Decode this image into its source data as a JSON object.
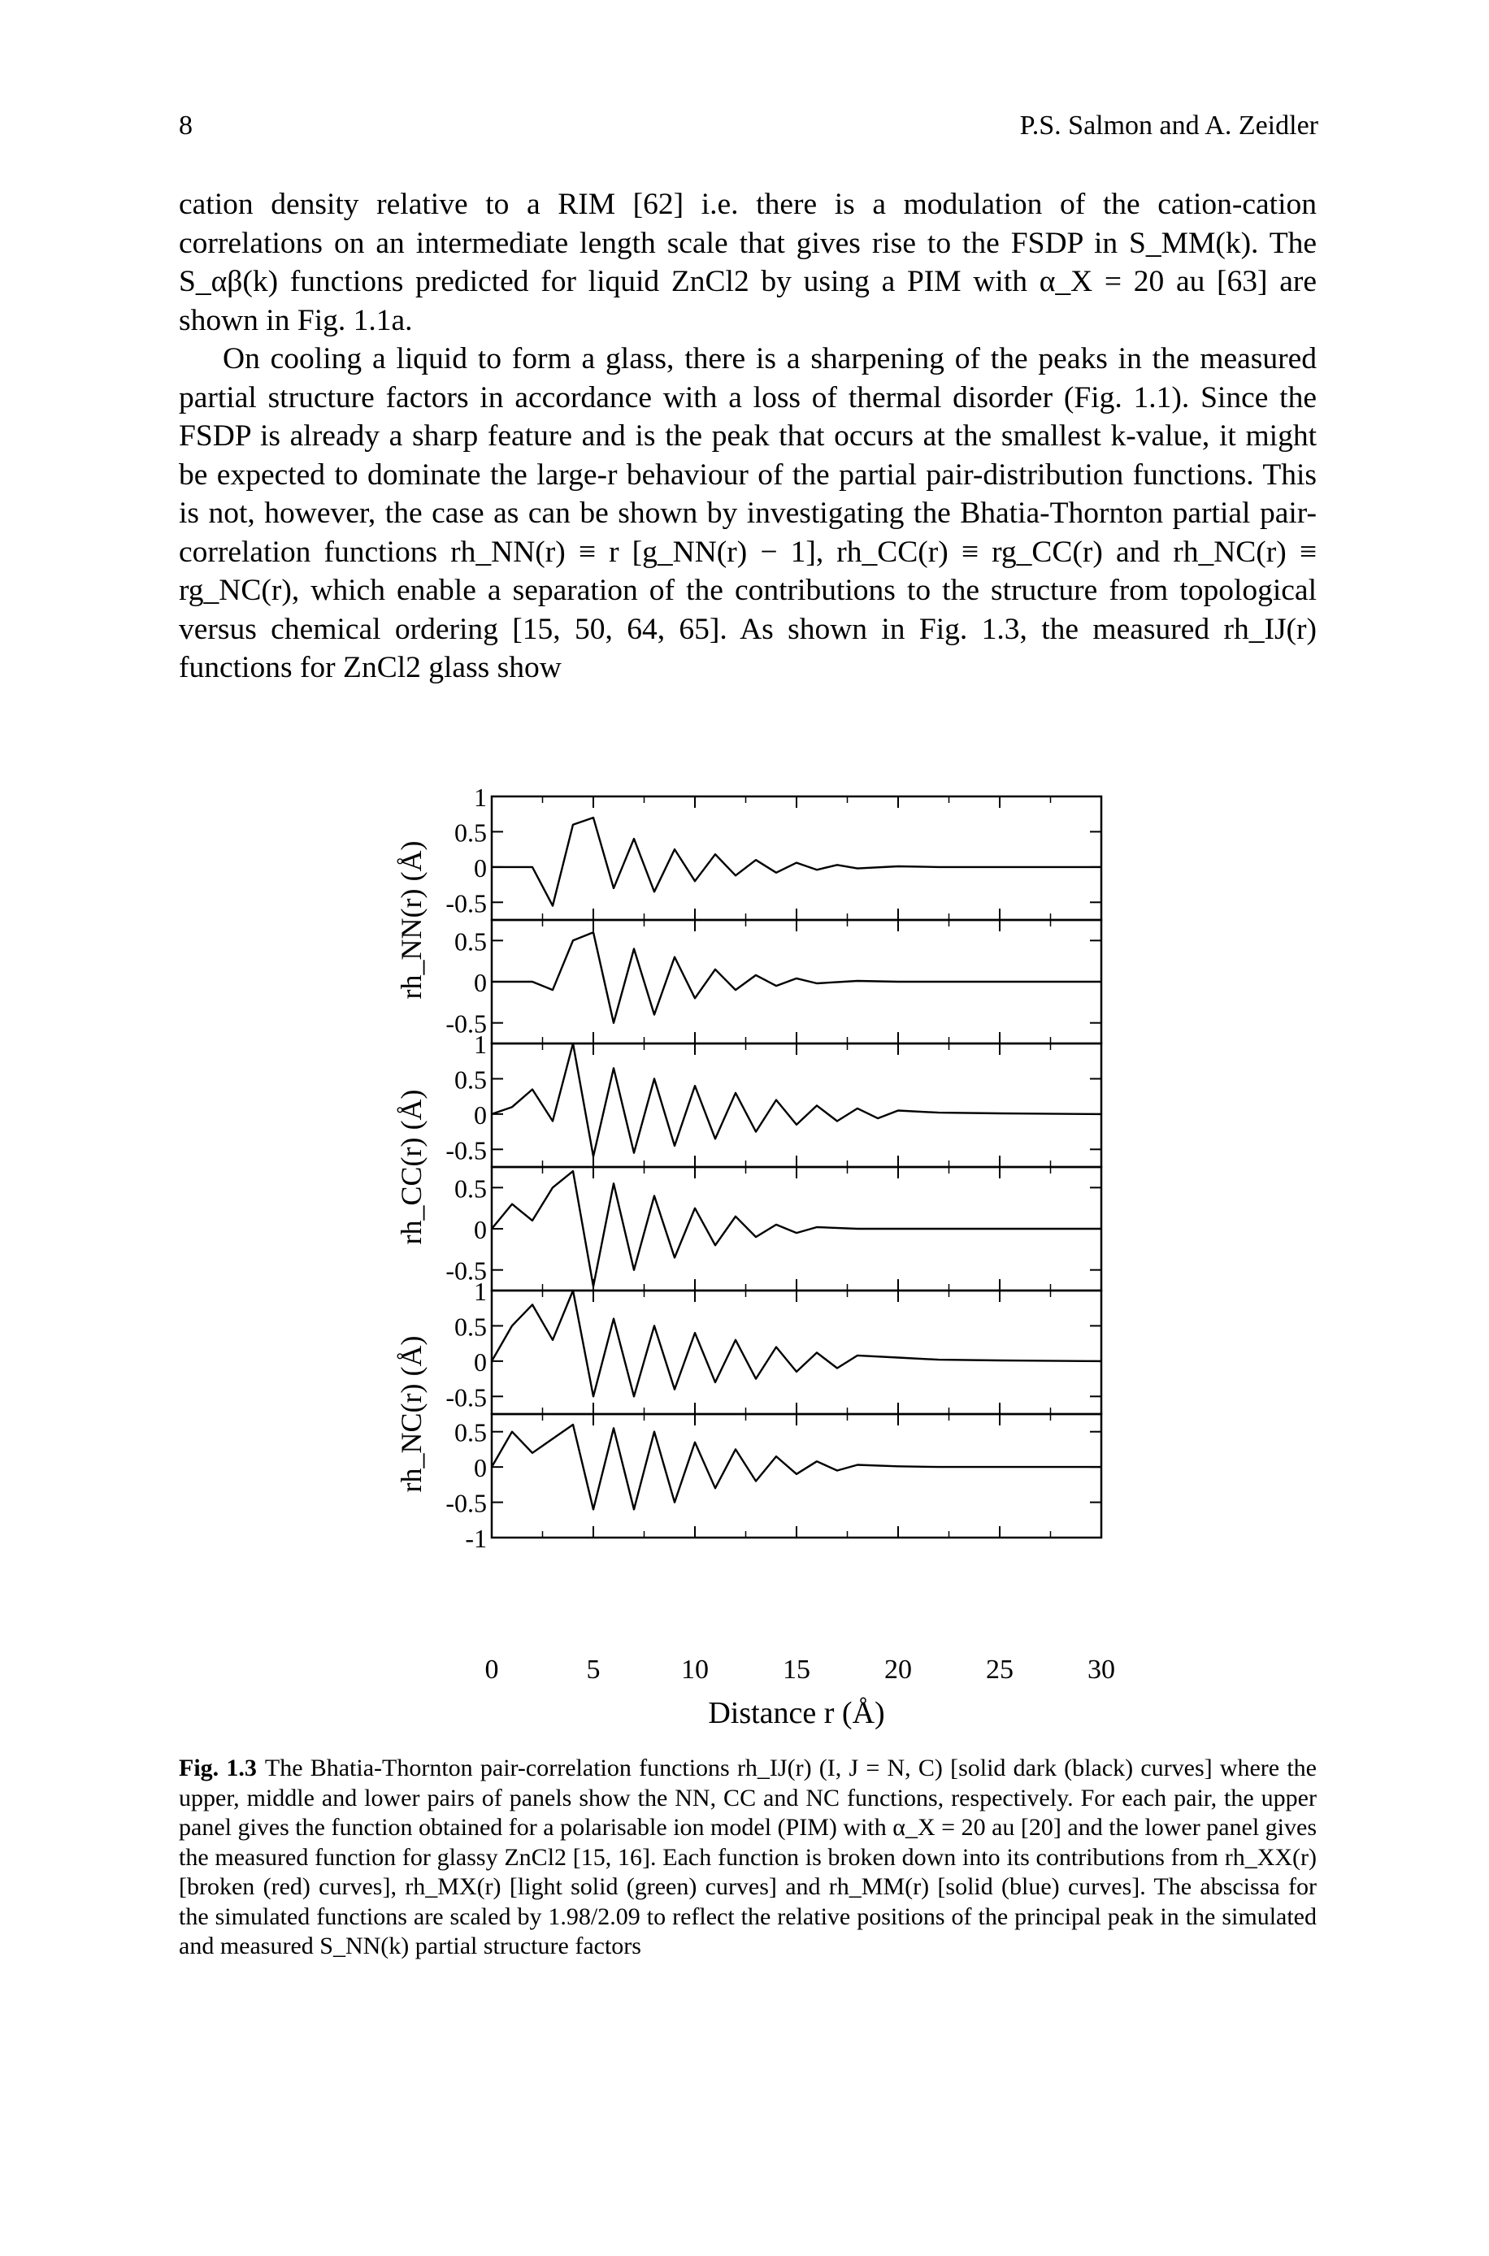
{
  "header": {
    "page_number": "8",
    "authors": "P.S. Salmon and A. Zeidler"
  },
  "body": {
    "paragraph_1": "cation density relative to a RIM [62] i.e. there is a modulation of the cation-cation correlations on an intermediate length scale that gives rise to the FSDP in S_MM(k). The S_αβ(k) functions predicted for liquid ZnCl2 by using a PIM with α_X = 20 au [63] are shown in Fig. 1.1a.",
    "paragraph_2": "On cooling a liquid to form a glass, there is a sharpening of the peaks in the measured partial structure factors in accordance with a loss of thermal disorder (Fig. 1.1). Since the FSDP is already a sharp feature and is the peak that occurs at the smallest k-value, it might be expected to dominate the large-r behaviour of the partial pair-distribution functions. This is not, however, the case as can be shown by investigating the Bhatia-Thornton partial pair-correlation functions rh_NN(r) ≡ r [g_NN(r) − 1], rh_CC(r) ≡ rg_CC(r) and rh_NC(r) ≡ rg_NC(r), which enable a separation of the contributions to the structure from topological versus chemical ordering [15, 50, 64, 65]. As shown in Fig. 1.3, the measured rh_IJ(r) functions for ZnCl2 glass show"
  },
  "figure": {
    "xlabel": "Distance r (Å)",
    "x_ticks": [
      "0",
      "5",
      "10",
      "15",
      "20",
      "25",
      "30"
    ],
    "panel_tick_sets": {
      "upper": [
        "1",
        "0.5",
        "0",
        "-0.5"
      ],
      "lower": [
        "0.5",
        "0",
        "-0.5"
      ],
      "lowest": [
        "0.5",
        "0",
        "-0.5",
        "-1"
      ]
    },
    "ylabels": [
      "rh_NN(r) (Å)",
      "rh_CC(r) (Å)",
      "rh_NC(r) (Å)"
    ]
  },
  "chart_data": {
    "type": "line",
    "xlabel": "Distance r (Å)",
    "xlim": [
      0,
      30
    ],
    "x_ticks": [
      0,
      5,
      10,
      15,
      20,
      25,
      30
    ],
    "panels": [
      {
        "ylabel": "rh_NN(r) (Å)",
        "ylim": [
          -0.75,
          1
        ],
        "y_ticks": [
          1,
          0.5,
          0,
          -0.5
        ],
        "series": [
          {
            "color": "#000000",
            "x": [
              0,
              2,
              3,
              4,
              5,
              6,
              7,
              8,
              9,
              10,
              11,
              12,
              13,
              14,
              15,
              16,
              17,
              18,
              20,
              22,
              25,
              30
            ],
            "values": [
              0,
              0,
              -0.55,
              0.6,
              0.7,
              -0.3,
              0.4,
              -0.35,
              0.25,
              -0.2,
              0.18,
              -0.12,
              0.1,
              -0.08,
              0.06,
              -0.04,
              0.03,
              -0.02,
              0.01,
              0,
              0,
              0
            ]
          }
        ]
      },
      {
        "ylabel": "rh_NN(r) (Å)",
        "ylim": [
          -0.75,
          0.75
        ],
        "y_ticks": [
          0.5,
          0,
          -0.5
        ],
        "series": [
          {
            "color": "#000000",
            "x": [
              0,
              2,
              3,
              4,
              5,
              6,
              7,
              8,
              9,
              10,
              11,
              12,
              13,
              14,
              15,
              16,
              18,
              20,
              25,
              30
            ],
            "values": [
              0,
              0,
              -0.1,
              0.5,
              0.6,
              -0.5,
              0.4,
              -0.4,
              0.3,
              -0.2,
              0.15,
              -0.1,
              0.08,
              -0.05,
              0.04,
              -0.02,
              0.01,
              0,
              0,
              0
            ]
          }
        ]
      },
      {
        "ylabel": "rh_CC(r) (Å)",
        "ylim": [
          -0.75,
          1
        ],
        "y_ticks": [
          1,
          0.5,
          0,
          -0.5
        ],
        "series": [
          {
            "color": "#000000",
            "x": [
              0,
              1,
              2,
              3,
              4,
              5,
              6,
              7,
              8,
              9,
              10,
              11,
              12,
              13,
              14,
              15,
              16,
              17,
              18,
              19,
              20,
              22,
              25,
              30
            ],
            "values": [
              0,
              0.1,
              0.35,
              -0.1,
              1.0,
              -0.6,
              0.65,
              -0.55,
              0.5,
              -0.45,
              0.4,
              -0.35,
              0.3,
              -0.25,
              0.2,
              -0.15,
              0.12,
              -0.1,
              0.08,
              -0.06,
              0.05,
              0.02,
              0.01,
              0
            ]
          }
        ]
      },
      {
        "ylabel": "rh_CC(r) (Å)",
        "ylim": [
          -0.75,
          0.75
        ],
        "y_ticks": [
          0.5,
          0,
          -0.5
        ],
        "series": [
          {
            "color": "#000000",
            "x": [
              0,
              1,
              2,
              3,
              4,
              5,
              6,
              7,
              8,
              9,
              10,
              11,
              12,
              13,
              14,
              15,
              16,
              18,
              20,
              25,
              30
            ],
            "values": [
              0,
              0.3,
              0.1,
              0.5,
              0.7,
              -0.7,
              0.55,
              -0.5,
              0.4,
              -0.35,
              0.25,
              -0.2,
              0.15,
              -0.1,
              0.05,
              -0.05,
              0.02,
              0,
              0,
              0,
              0
            ]
          }
        ]
      },
      {
        "ylabel": "rh_NC(r) (Å)",
        "ylim": [
          -0.75,
          1
        ],
        "y_ticks": [
          1,
          0.5,
          0,
          -0.5
        ],
        "series": [
          {
            "color": "#000000",
            "x": [
              0,
              1,
              2,
              3,
              4,
              5,
              6,
              7,
              8,
              9,
              10,
              11,
              12,
              13,
              14,
              15,
              16,
              17,
              18,
              20,
              22,
              25,
              30
            ],
            "values": [
              0,
              0.5,
              0.8,
              0.3,
              1.0,
              -0.5,
              0.6,
              -0.5,
              0.5,
              -0.4,
              0.4,
              -0.3,
              0.3,
              -0.25,
              0.2,
              -0.15,
              0.12,
              -0.1,
              0.08,
              0.05,
              0.02,
              0.01,
              0
            ]
          }
        ]
      },
      {
        "ylabel": "rh_NC(r) (Å)",
        "ylim": [
          -1,
          0.75
        ],
        "y_ticks": [
          0.5,
          0,
          -0.5,
          -1
        ],
        "series": [
          {
            "color": "#000000",
            "x": [
              0,
              1,
              2,
              3,
              4,
              5,
              6,
              7,
              8,
              9,
              10,
              11,
              12,
              13,
              14,
              15,
              16,
              17,
              18,
              20,
              22,
              25,
              30
            ],
            "values": [
              0,
              0.5,
              0.2,
              0.4,
              0.6,
              -0.6,
              0.55,
              -0.6,
              0.5,
              -0.5,
              0.35,
              -0.3,
              0.25,
              -0.2,
              0.15,
              -0.1,
              0.08,
              -0.05,
              0.03,
              0.01,
              0,
              0,
              0
            ]
          }
        ]
      }
    ]
  },
  "caption": {
    "label": "Fig. 1.3",
    "text": "The Bhatia-Thornton pair-correlation functions rh_IJ(r) (I, J = N, C) [solid dark (black) curves] where the upper, middle and lower pairs of panels show the NN, CC and NC functions, respectively. For each pair, the upper panel gives the function obtained for a polarisable ion model (PIM) with α_X = 20 au [20] and the lower panel gives the measured function for glassy ZnCl2 [15, 16]. Each function is broken down into its contributions from rh_XX(r) [broken (red) curves], rh_MX(r) [light solid (green) curves] and rh_MM(r) [solid (blue) curves]. The abscissa for the simulated functions are scaled by 1.98/2.09 to reflect the relative positions of the principal peak in the simulated and measured S_NN(k) partial structure factors"
  }
}
